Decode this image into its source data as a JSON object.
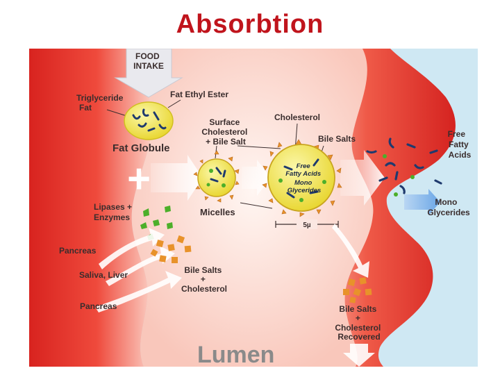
{
  "title": "Absorbtion",
  "diagram": {
    "food_intake": [
      "FOOD",
      "INTAKE"
    ],
    "triglyceride_fat": [
      "Triglyceride",
      "Fat"
    ],
    "fat_ethyl_ester": "Fat Ethyl Ester",
    "fat_globule": "Fat Globule",
    "surface_cholesterol": [
      "Surface",
      "Cholesterol",
      "+ Bile Salt"
    ],
    "cholesterol": "Cholesterol",
    "bile_salts_top": "Bile Salts",
    "micelle_inner": [
      "Free",
      "Fatty Acids",
      "Mono",
      "Glycerides"
    ],
    "plus_sign": "+",
    "micelles": "Micelles",
    "lipases_enzymes": [
      "Lipases +",
      "Enzymes"
    ],
    "scale_bar": "5µ",
    "pancreas_1": "Pancreas",
    "saliva_liver": "Saliva, Liver",
    "bile_salts_cholesterol": [
      "Bile Salts",
      "+",
      "Cholesterol"
    ],
    "pancreas_2": "Pancreas",
    "free_fatty_acids": [
      "Free",
      "Fatty",
      "Acids"
    ],
    "mono_glycerides": [
      "Mono",
      "Glycerides"
    ],
    "recovered": [
      "Bile Salts",
      "+",
      "Cholesterol",
      "Recovered"
    ],
    "lumen": "Lumen"
  },
  "colors": {
    "title": "#c0141c",
    "tissue_red": "#e8302a",
    "lumen_light": "#fde7e2",
    "background_blue": "#cfe8f3",
    "globule_yellow": "#f2e23c",
    "bile_orange": "#e8922a",
    "enzyme_green": "#4caf2a",
    "fatty_acid_navy": "#1f3a6e"
  }
}
